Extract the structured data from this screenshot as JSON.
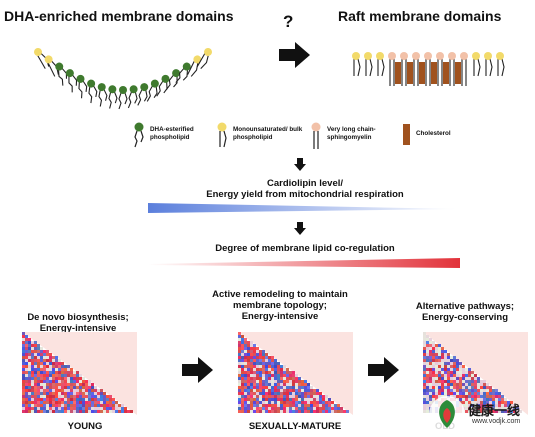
{
  "top": {
    "left_title": "DHA-enriched membrane domains",
    "right_title": "Raft membrane domains",
    "question": "?"
  },
  "legend": {
    "dha": "DHA-esterified phospholipid",
    "mono": "Monounsaturated/ bulk phospholipid",
    "vlc": "Very long chain- sphingomyelin",
    "chol": "Cholesterol"
  },
  "gradients": {
    "cardiolipin": "Cardiolipin level/\nEnergy yield from mitochondrial respiration",
    "coregulation": "Degree of membrane lipid co-regulation"
  },
  "stages": [
    {
      "caption": "De novo biosynthesis;\nEnergy-intensive",
      "label": "YOUNG"
    },
    {
      "caption": "Active remodeling to maintain\nmembrane topology;\nEnergy-intensive",
      "label": "SEXUALLY-MATURE"
    },
    {
      "caption": "Alternative pathways;\nEnergy-conserving",
      "label": "OLD"
    }
  ],
  "watermark": {
    "name": "健康一线",
    "url": "www.vodjk.com"
  },
  "colors": {
    "dha_head": "#3f7a2e",
    "mono_head": "#f2da6a",
    "vlc_head": "#f2c1a8",
    "cholesterol": "#a0521e",
    "blue": "#5b7fdc",
    "red": "#e2323a"
  }
}
